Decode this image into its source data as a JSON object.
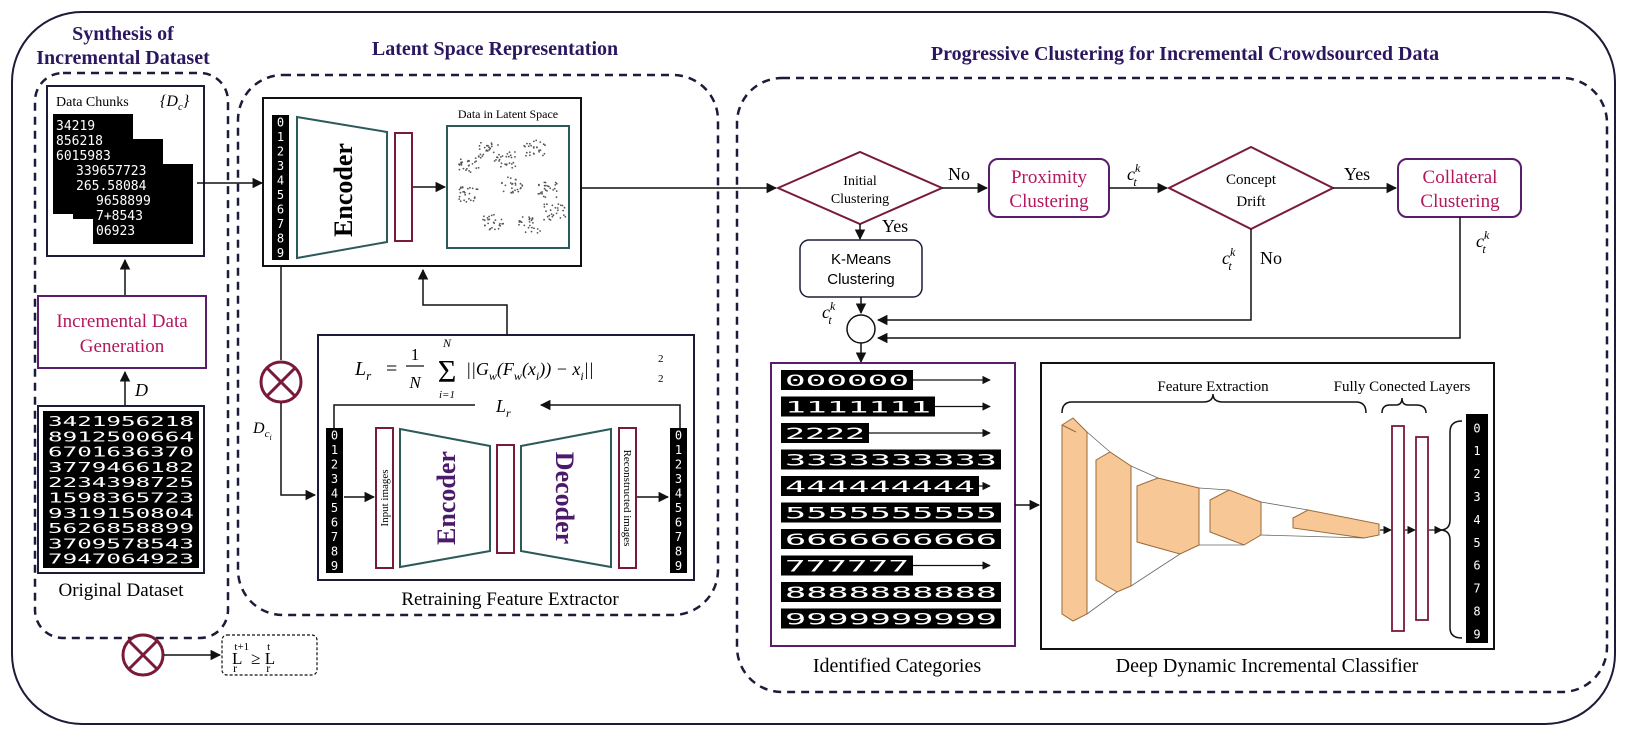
{
  "titles": {
    "synthesis_line1": "Synthesis of",
    "synthesis_line2": "Incremental Dataset",
    "latent": "Latent Space Representation",
    "progressive": "Progressive Clustering for Incremental Crowdsourced Data"
  },
  "synthesis": {
    "data_chunks_label": "Data Chunks",
    "data_chunks_symbol": "{D",
    "data_chunks_sub": "c",
    "data_chunks_close": "}",
    "generation_line1": "Incremental Data",
    "generation_line2": "Generation",
    "d_label": "D",
    "original_dataset": "Original Dataset",
    "chunk_rows": [
      "34219",
      "856218",
      "6015983",
      "339657723",
      "265.58084",
      "9658899",
      "7+8543",
      "06923"
    ],
    "original_rows": [
      "3421956218",
      "8912500664",
      "6701636370",
      "3779466182",
      "2234398725",
      "1598365723",
      "9319150804",
      "5626858899",
      "3709578543",
      "7947064923"
    ]
  },
  "latent": {
    "digits": "0123456789",
    "encoder": "Encoder",
    "data_in_latent_space": "Data in Latent Space",
    "dci_label": "D",
    "dci_sub": "c",
    "dci_subsub": "i",
    "retraining_label": "Retraining Feature Extractor",
    "lr_label": "L",
    "lr_sub": "r",
    "input_images": "Input images",
    "reconstructed_images": "Reconstructed images",
    "encoder2": "Encoder",
    "decoder": "Decoder",
    "eq_lhs": "L",
    "eq_lhs_sub": "r",
    "eq_eq": "=",
    "eq_frac_num": "1",
    "eq_frac_den": "N",
    "eq_sigma": "Σ",
    "eq_sigma_top": "N",
    "eq_sigma_bottom": "i=1",
    "eq_body": "||G",
    "eq_body_sub": "w",
    "eq_body2": "(F",
    "eq_body3": "(x",
    "eq_body4": ")) − x",
    "eq_body5": "||",
    "eq_sup": "2",
    "eq_sub2": "2"
  },
  "legend": {
    "l": "L",
    "sup_left": "t+1",
    "sub": "r",
    "geq": "≥ L",
    "sup_right": "t"
  },
  "clustering": {
    "initial_line1": "Initial",
    "initial_line2": "Clustering",
    "no1": "No",
    "yes1": "Yes",
    "proximity_line1": "Proximity",
    "proximity_line2": "Clustering",
    "concept_line1": "Concept",
    "concept_line2": "Drift",
    "yes2": "Yes",
    "no2": "No",
    "collateral_line1": "Collateral",
    "collateral_line2": "Clustering",
    "kmeans_line1": "K-Means",
    "kmeans_line2": "Clustering",
    "ctk_c": "c",
    "ctk_sup": "k",
    "ctk_sub": "t"
  },
  "categories": {
    "label": "Identified Categories",
    "rows": [
      "000000",
      "1111111",
      "2222",
      "3333333333",
      "444444444",
      "5555555555",
      "6666666666",
      "777777",
      "8888888888",
      "9999999999"
    ]
  },
  "classifier": {
    "label": "Deep Dynamic Incremental Classifier",
    "feature_extraction": "Feature Extraction",
    "fully_connected": "Fully Conected Layers",
    "output_digits": "0123456789"
  }
}
